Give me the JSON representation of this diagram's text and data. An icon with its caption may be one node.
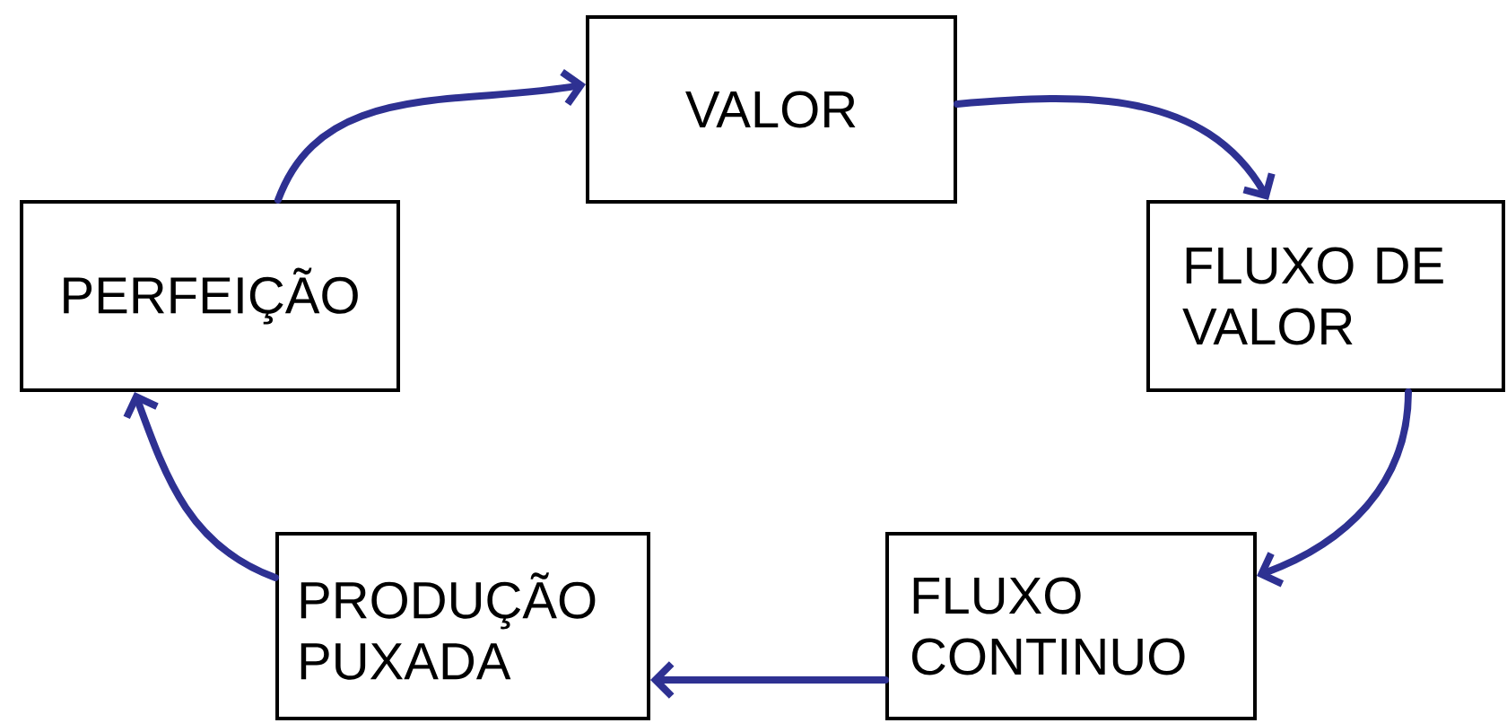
{
  "diagram": {
    "nodes": [
      {
        "text": [
          "VALOR"
        ]
      },
      {
        "text": [
          "FLUXO DE VALOR"
        ]
      },
      {
        "text": [
          "FLUXO CONTINUO"
        ]
      },
      {
        "text": [
          "PRODUÇÃO PUXADA"
        ]
      },
      {
        "text": [
          "PERFEIÇÃO"
        ]
      }
    ],
    "edges": [
      {
        "from": 0,
        "to": 1,
        "arrow": "to"
      },
      {
        "from": 1,
        "to": 2,
        "arrow": "to"
      },
      {
        "from": 2,
        "to": 3,
        "arrow": "to"
      },
      {
        "from": 3,
        "to": 4,
        "arrow": "to"
      },
      {
        "from": 4,
        "to": 0,
        "arrow": "to"
      }
    ]
  }
}
